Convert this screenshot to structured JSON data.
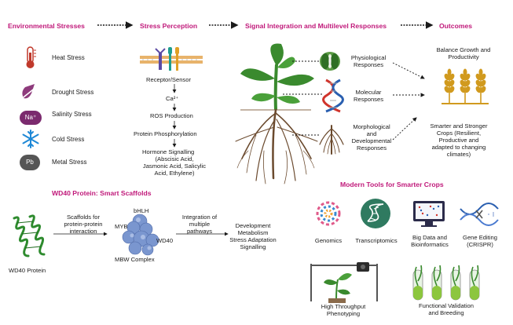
{
  "headers": {
    "environmental_stresses": "Environmental Stresses",
    "stress_perception": "Stress Perception",
    "signal_integration": "Signal Integration and Multilevel Responses",
    "outcomes": "Outcomes",
    "wd40": "WD40 Protein: Smart Scaffolds",
    "modern_tools": "Modern Tools for Smarter Crops"
  },
  "stresses": [
    {
      "label": "Heat Stress",
      "icon": "thermometer-icon"
    },
    {
      "label": "Drought Stress",
      "icon": "drought-drop-icon"
    },
    {
      "label": "Salinity Stress",
      "icon": "sodium-icon",
      "symbol": "Na⁺"
    },
    {
      "label": "Cold Stress",
      "icon": "snowflake-icon"
    },
    {
      "label": "Metal Stress",
      "icon": "lead-icon",
      "symbol": "Pb"
    }
  ],
  "perception": {
    "steps": [
      "Receptor/Sensor",
      "Ca²⁺",
      "ROS Production",
      "Protein Phosphorylation",
      "Hormone Signalling"
    ],
    "hormones": [
      "(Abscisic Acid,",
      "Jasmonic Acid, Salicylic",
      "Acid, Ethylene)"
    ]
  },
  "responses": {
    "physiological": [
      "Physiological",
      "Responses"
    ],
    "molecular": [
      "Molecular",
      "Responses"
    ],
    "morphological": [
      "Morphological",
      "and",
      "Developmental",
      "Responses"
    ]
  },
  "outcomes": {
    "balance": [
      "Balance Growth and",
      "Productivity"
    ],
    "smarter": [
      "Smarter and Stronger",
      "Crops (Resilient,",
      "Productive and",
      "adapted to changing",
      "climates)"
    ]
  },
  "wd40": {
    "protein_label": "WD40 Protein",
    "scaffold_text": [
      "Scaffolds for",
      "protein-protein",
      "interaction"
    ],
    "mbw_labels": {
      "bhlh": "bHLH",
      "myb": "MYB",
      "wd40": "WD40"
    },
    "mbw_complex": "MBW Complex",
    "integration_text": [
      "Integration of",
      "multiple",
      "pathways"
    ],
    "roles": [
      "Development",
      "Metabolism",
      "Stress Adaptation",
      "Signalling"
    ]
  },
  "tools": [
    {
      "label": [
        "Genomics"
      ],
      "icon": "genomics-icon"
    },
    {
      "label": [
        "Transcriptomics"
      ],
      "icon": "dna-helix-icon"
    },
    {
      "label": [
        "Big Data and",
        "Bioinformatics"
      ],
      "icon": "monitor-icon"
    },
    {
      "label": [
        "Gene Editing",
        "(CRISPR)"
      ],
      "icon": "crispr-icon"
    },
    {
      "label": [
        "High Throughput",
        "Phenotyping"
      ],
      "icon": "phenotyping-icon"
    },
    {
      "label": [
        "Functional Validation",
        "and Breeding"
      ],
      "icon": "test-tubes-icon"
    }
  ],
  "colors": {
    "header": "#c0197a",
    "thermometer": "#c0392b",
    "drought": "#8e3b7c",
    "sodium": "#7b2a6e",
    "snowflake": "#1e88d6",
    "lead": "#555555",
    "leaf": "#3a8a2e",
    "wheat": "#d19a1e",
    "protein": "#2e8b2e",
    "mbw": "#7a96cf"
  }
}
